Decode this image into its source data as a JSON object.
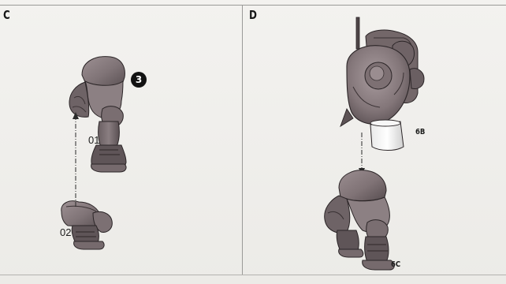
{
  "panels": {
    "c": {
      "label": "C",
      "step": "3",
      "parts": {
        "upper": "01",
        "lower": "02"
      }
    },
    "d": {
      "label": "D",
      "parts": {
        "torso": "6B",
        "legs": "6C"
      }
    }
  },
  "icons": {
    "step_badge": "numbered-circle-icon",
    "arrow": "dash-dot-arrow-icon"
  },
  "colors": {
    "ink": "#161616",
    "part_fill": "#86797c",
    "part_dark": "#5d5355",
    "page": "#f1f0ed"
  }
}
